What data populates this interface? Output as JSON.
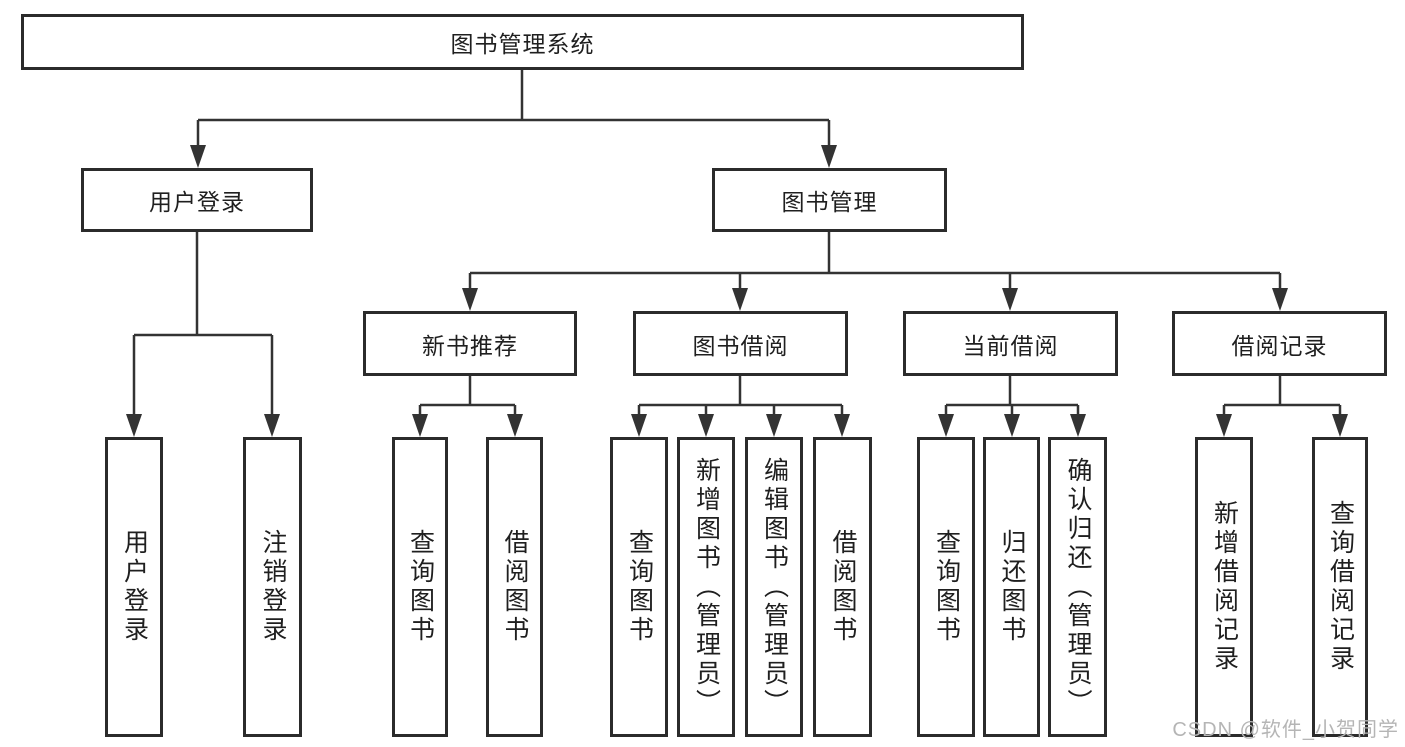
{
  "diagram": {
    "root": {
      "label": "图书管理系统"
    },
    "level2": [
      {
        "id": "user-login",
        "label": "用户登录"
      },
      {
        "id": "book-management",
        "label": "图书管理"
      }
    ],
    "level3": [
      {
        "id": "new-book-recommend",
        "label": "新书推荐"
      },
      {
        "id": "book-borrowing",
        "label": "图书借阅"
      },
      {
        "id": "current-borrowing",
        "label": "当前借阅"
      },
      {
        "id": "borrowing-records",
        "label": "借阅记录"
      }
    ],
    "leaves": [
      {
        "id": "user-login-leaf",
        "parent": "user-login",
        "label": "用户登录"
      },
      {
        "id": "logout",
        "parent": "user-login",
        "label": "注销登录"
      },
      {
        "id": "query-books-recommend",
        "parent": "new-book-recommend",
        "label": "查询图书"
      },
      {
        "id": "borrow-books-recommend",
        "parent": "new-book-recommend",
        "label": "借阅图书"
      },
      {
        "id": "query-books-borrowing",
        "parent": "book-borrowing",
        "label": "查询图书"
      },
      {
        "id": "add-books-admin",
        "parent": "book-borrowing",
        "label": "新增图书（管理员）"
      },
      {
        "id": "edit-books-admin",
        "parent": "book-borrowing",
        "label": "编辑图书（管理员）"
      },
      {
        "id": "borrow-books-borrowing",
        "parent": "book-borrowing",
        "label": "借阅图书"
      },
      {
        "id": "query-books-current",
        "parent": "current-borrowing",
        "label": "查询图书"
      },
      {
        "id": "return-books",
        "parent": "current-borrowing",
        "label": "归还图书"
      },
      {
        "id": "confirm-return-admin",
        "parent": "current-borrowing",
        "label": "确认归还（管理员）"
      },
      {
        "id": "add-borrow-record",
        "parent": "borrowing-records",
        "label": "新增借阅记录"
      },
      {
        "id": "query-borrow-record",
        "parent": "borrowing-records",
        "label": "查询借阅记录"
      }
    ]
  },
  "watermark": {
    "text": "CSDN @软件_小贺同学"
  },
  "colors": {
    "line": "#333333",
    "box_border": "#2b2b2b",
    "text": "#1f1f1f",
    "watermark": "#b5b5b5",
    "background": "#ffffff"
  }
}
